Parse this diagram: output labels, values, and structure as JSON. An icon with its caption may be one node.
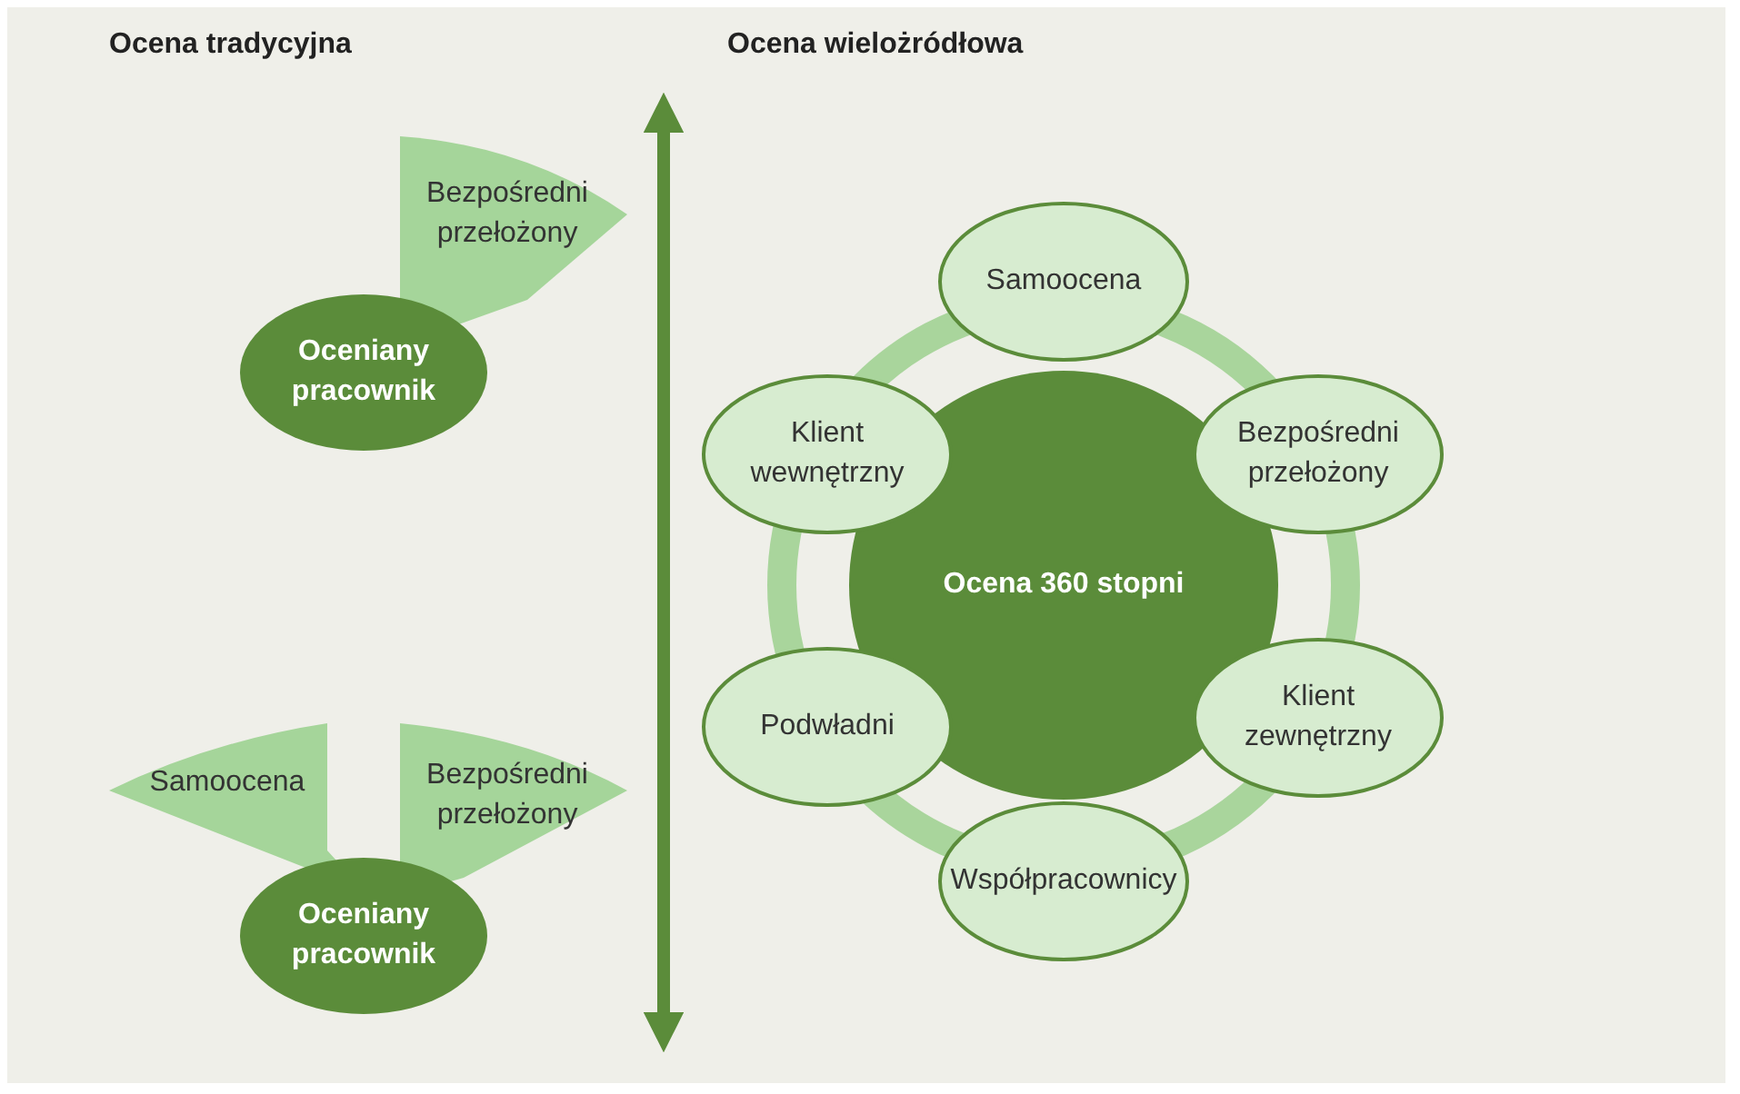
{
  "diagram": {
    "nodes": [
      {
        "text": [
          "Bezpośredni przełożony"
        ]
      },
      {
        "text": [
          "Oceniany pracownik"
        ]
      },
      {
        "text": [
          "Samoocena"
        ]
      },
      {
        "text": [
          "Bezpośredni przełożony"
        ]
      },
      {
        "text": [
          "Oceniany pracownik"
        ]
      },
      {
        "text": [
          "Ocena 360 stopni"
        ]
      },
      {
        "text": [
          "Samoocena"
        ]
      },
      {
        "text": [
          "Bezpośredni przełożony"
        ]
      },
      {
        "text": [
          "Klient zewnętrzny"
        ]
      },
      {
        "text": [
          "Współpracownicy"
        ]
      },
      {
        "text": [
          "Podwładni"
        ]
      },
      {
        "text": [
          "Klient wewnętrzny"
        ]
      }
    ],
    "labels": [
      "Ocena tradycyjna",
      "Ocena wielożródłowa"
    ]
  }
}
